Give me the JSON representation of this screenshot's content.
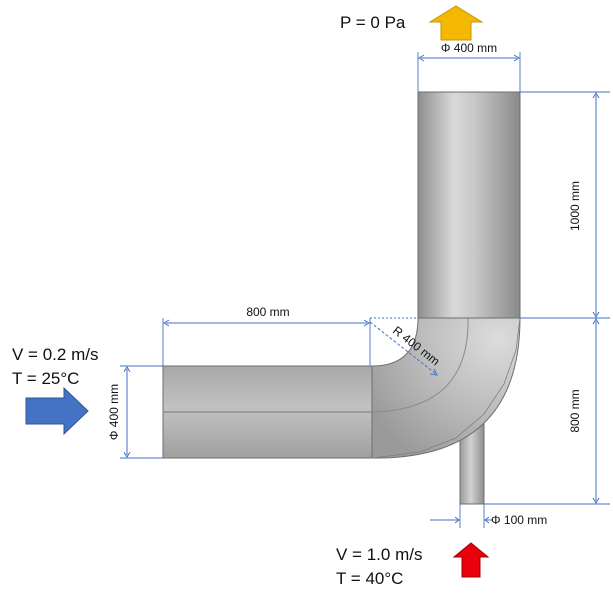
{
  "outlet": {
    "pressure_label": "P = 0 Pa",
    "arrow_color": "#f5b800",
    "diameter_label": "Φ 400 mm"
  },
  "main_inlet": {
    "velocity_label": "V = 0.2 m/s",
    "temperature_label": "T = 25°C",
    "arrow_color": "#4472c4",
    "diameter_label": "Φ 400 mm"
  },
  "branch_inlet": {
    "velocity_label": "V = 1.0 m/s",
    "temperature_label": "T = 40°C",
    "arrow_color": "#e8000b",
    "diameter_label": "Φ 100 mm"
  },
  "dimensions": {
    "horizontal_length": "800 mm",
    "vertical_length": "1000 mm",
    "lower_vertical_length": "800 mm",
    "bend_radius": "R 400 mm"
  },
  "colors": {
    "pipe_gray": "#b8b8b8",
    "dimension_blue": "#4472c4"
  }
}
